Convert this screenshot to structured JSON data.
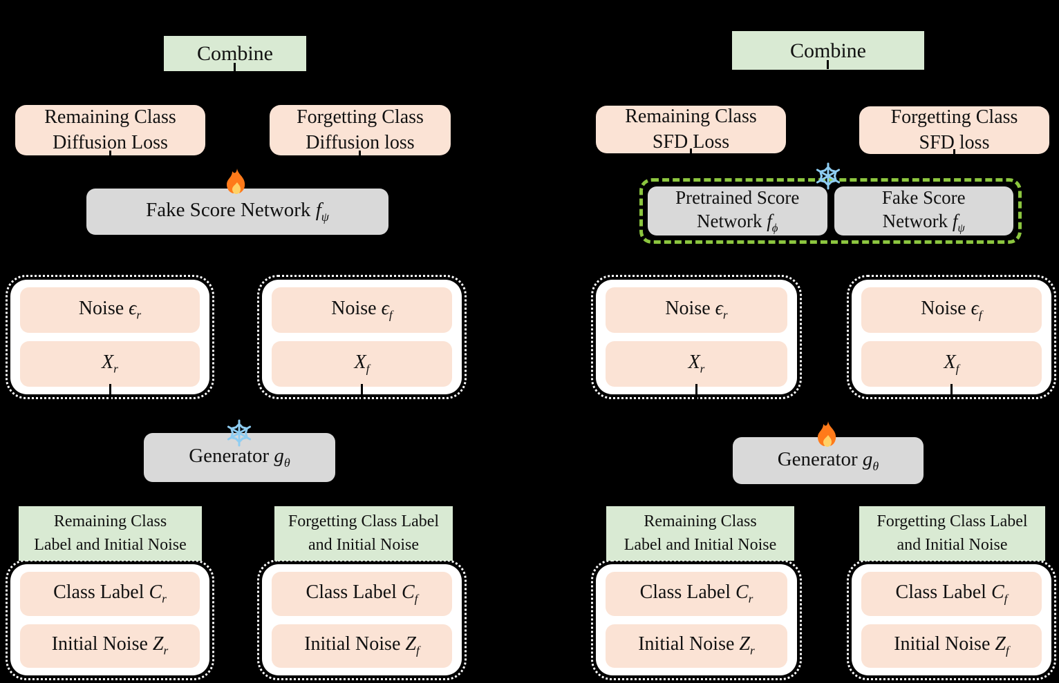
{
  "colors": {
    "background": "#000000",
    "green_box": "#d9ead3",
    "peach_box": "#fbe3d5",
    "gray_box": "#d9d9d9",
    "dashed_border_green": "#8cc63f",
    "container_border_white": "#ffffff",
    "snowflake_blue": "#8ecdf2",
    "flame_orange": "#ff7a1a"
  },
  "left": {
    "combine": "Combine",
    "remaining_loss": [
      "Remaining Class",
      "Diffusion Loss"
    ],
    "forgetting_loss": [
      "Forgetting Class",
      "Diffusion loss"
    ],
    "fake_score": {
      "pre": "Fake Score Network ",
      "v": "f",
      "s": "ψ"
    },
    "noise_r": {
      "pre": "Noise ",
      "v": "ϵ",
      "s": "r"
    },
    "x_r": {
      "pre": "",
      "v": "X",
      "s": "r"
    },
    "noise_f": {
      "pre": "Noise ",
      "v": "ϵ",
      "s": "f"
    },
    "x_f": {
      "pre": "",
      "v": "X",
      "s": "f"
    },
    "generator": {
      "pre": "Generator ",
      "v": "g",
      "s": "θ"
    },
    "header_remaining": [
      "Remaining Class",
      "Label and Initial Noise"
    ],
    "header_forgetting": [
      "Forgetting Class Label",
      "and Initial Noise"
    ],
    "class_label_r": {
      "pre": "Class Label ",
      "v": "C",
      "s": "r"
    },
    "init_noise_r": {
      "pre": "Initial Noise ",
      "v": "Z",
      "s": "r"
    },
    "class_label_f": {
      "pre": "Class Label ",
      "v": "C",
      "s": "f"
    },
    "init_noise_f": {
      "pre": "Initial Noise ",
      "v": "Z",
      "s": "f"
    }
  },
  "right": {
    "combine": "Combine",
    "remaining_loss": [
      "Remaining Class",
      "SFD Loss"
    ],
    "forgetting_loss": [
      "Forgetting Class",
      "SFD loss"
    ],
    "pretrained_score": {
      "line1": "Pretrained Score",
      "pre": "Network ",
      "v": "f",
      "s": "ϕ"
    },
    "fake_score": {
      "line1": "Fake Score",
      "pre": "Network ",
      "v": "f",
      "s": "ψ"
    },
    "noise_r": {
      "pre": "Noise ",
      "v": "ϵ",
      "s": "r"
    },
    "x_r": {
      "pre": "",
      "v": "X",
      "s": "r"
    },
    "noise_f": {
      "pre": "Noise ",
      "v": "ϵ",
      "s": "f"
    },
    "x_f": {
      "pre": "",
      "v": "X",
      "s": "f"
    },
    "generator": {
      "pre": "Generator ",
      "v": "g",
      "s": "θ"
    },
    "header_remaining": [
      "Remaining Class",
      "Label and Initial Noise"
    ],
    "header_forgetting": [
      "Forgetting Class Label",
      "and Initial Noise"
    ],
    "class_label_r": {
      "pre": "Class Label ",
      "v": "C",
      "s": "r"
    },
    "init_noise_r": {
      "pre": "Initial Noise ",
      "v": "Z",
      "s": "r"
    },
    "class_label_f": {
      "pre": "Class Label ",
      "v": "C",
      "s": "f"
    },
    "init_noise_f": {
      "pre": "Initial Noise ",
      "v": "Z",
      "s": "f"
    }
  }
}
